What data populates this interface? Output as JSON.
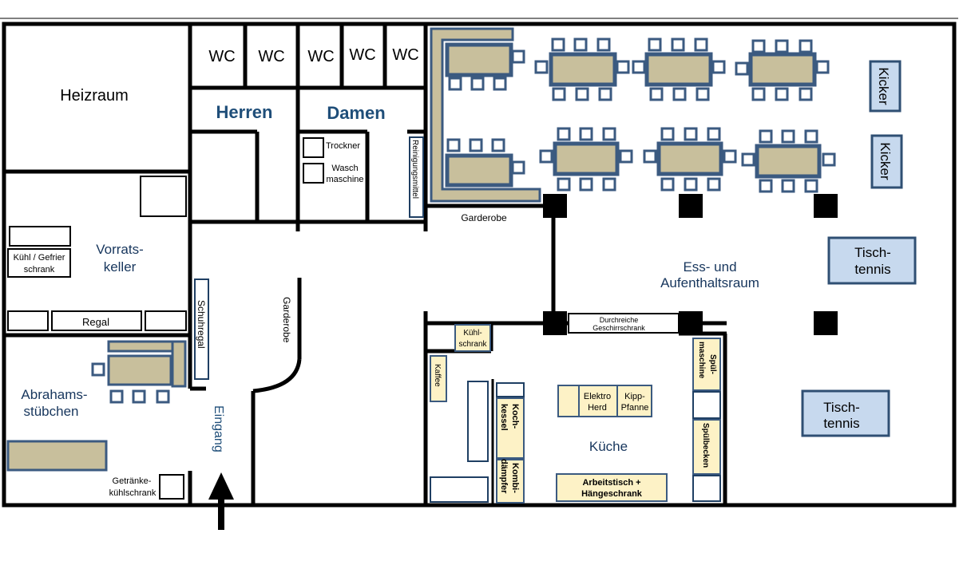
{
  "rooms": {
    "heizraum": "Heizraum",
    "herren": "Herren",
    "damen": "Damen",
    "wc": [
      "WC",
      "WC",
      "WC",
      "WC",
      "WC"
    ],
    "vorratskeller": [
      "Vorrats-",
      "keller"
    ],
    "abrahamsstuebchen": [
      "Abrahams-",
      "stübchen"
    ],
    "essraum": [
      "Ess- und",
      "Aufenthaltsraum"
    ],
    "kueche": "Küche",
    "eingang": "Eingang"
  },
  "fixtures": {
    "trockner": "Trockner",
    "waschmaschine": [
      "Wasch",
      "maschine"
    ],
    "reinigungsmittel": "Reinigungsmittel",
    "garderobe_top": "Garderobe",
    "garderobe_side": "Garderobe",
    "kuehl_gefrier": [
      "Kühl / Gefrier",
      "schrank"
    ],
    "regal": "Regal",
    "schuhregal": "Schuhregal",
    "getraenke": [
      "Getränke-",
      "kühlschrank"
    ],
    "kuehlschrank": [
      "Kühl-",
      "schrank"
    ],
    "kaffee": "Kaffee",
    "kochkessel": [
      "Koch-",
      "kessel"
    ],
    "kombidaempfer": [
      "Kombi-",
      "dämpfer"
    ],
    "elektroherd": [
      "Elektro",
      "Herd"
    ],
    "kippfanne": [
      "Kipp-",
      "Pfanne"
    ],
    "arbeitstisch": [
      "Arbeitstisch +",
      "Hängeschrank"
    ],
    "durchreiche": [
      "Durchreiche",
      "Geschirrschrank"
    ],
    "spuelmaschine": [
      "Spül-",
      "maschine"
    ],
    "spuelbecken": "Spülbecken"
  },
  "leisure": {
    "kicker_1": "Kicker",
    "kicker_2": "Kicker",
    "tischtennis_1": [
      "Tisch-",
      "tennis"
    ],
    "tischtennis_2": [
      "Tisch-",
      "tennis"
    ]
  }
}
